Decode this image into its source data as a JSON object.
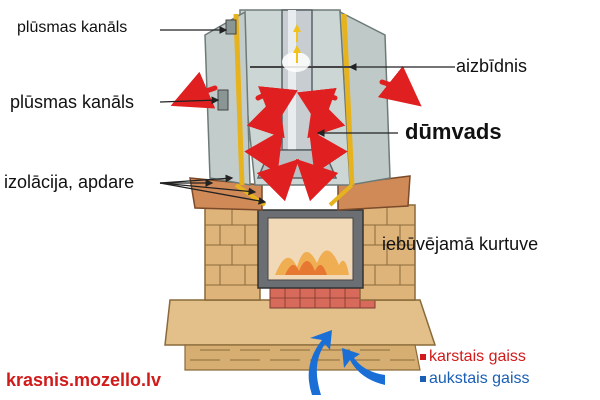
{
  "labels": {
    "flow_channel_top": "plūsmas kanāls",
    "flow_channel_mid": "plūsmas kanāls",
    "damper": "aizbīdnis",
    "chimney": "dūmvads",
    "insulation": "izolācija, apdare",
    "firebox": "iebūvējamā kurtuve"
  },
  "legend": {
    "hot": "karstais gaiss",
    "cold": "aukstais gaiss"
  },
  "website": "krasnis.mozello.lv",
  "colors": {
    "hot_air": "#e02020",
    "cold_air": "#1a6fd6",
    "hood": "#cfd8d6",
    "insulation": "#e6b31e",
    "brick": "#d9a86a",
    "website": "#d11a1a"
  }
}
